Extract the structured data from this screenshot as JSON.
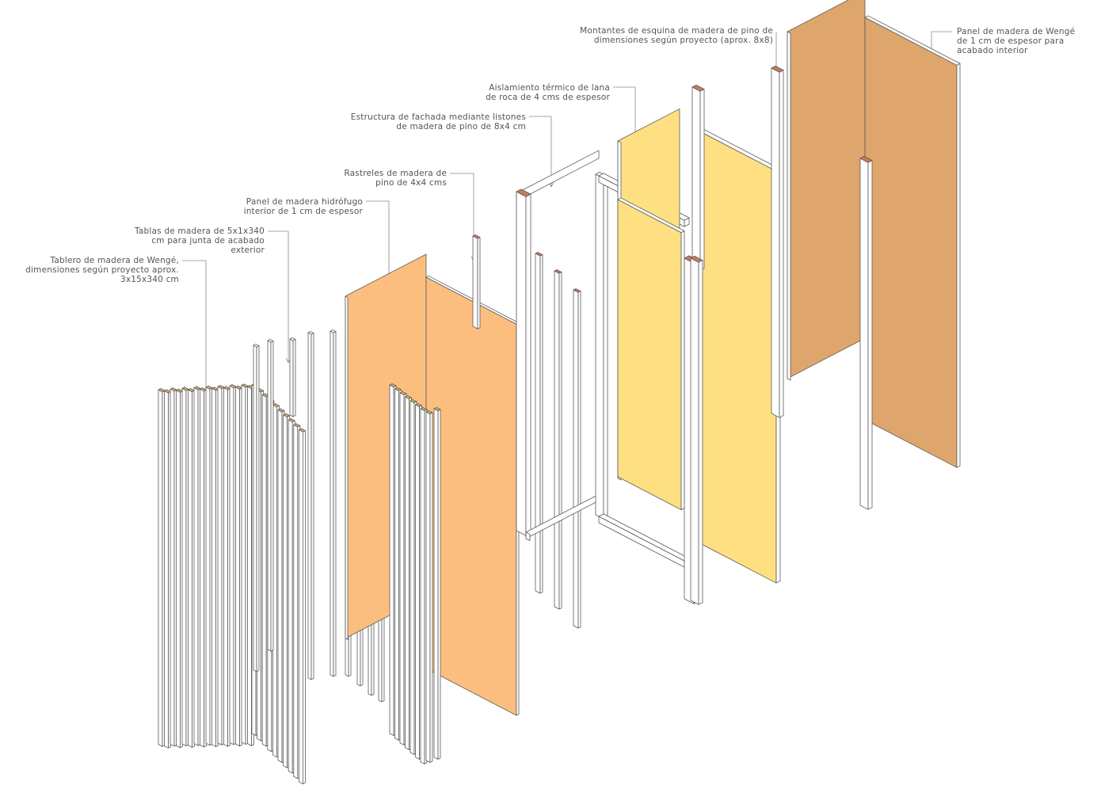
{
  "colors": {
    "orange_panel": "#FCBE7E",
    "insulation_yellow": "#FEE083",
    "wenge_panel": "#DEA66C",
    "wood_end": "#E2A46A",
    "stud_end": "#C97A5B",
    "wenge_edge": "#D3B06A",
    "line": "#5a5a5a",
    "leader": "#8a8a8a"
  },
  "labels": {
    "wenge_board": [
      "Tablero de madera de Wengé,",
      "dimensiones según proyecto aprox.",
      "3x15x340 cm"
    ],
    "joint_boards": [
      "Tablas de madera de 5x1x340",
      "cm para junta de acabado",
      "exterior"
    ],
    "water_panel": [
      "Panel de madera hidrófugo",
      "interior de 1 cm de espesor"
    ],
    "battens": [
      "Rastreles de madera de",
      "pino de 4x4 cms"
    ],
    "structure": [
      "Estructura de fachada mediante listones",
      "de madera de pino de 8x4 cm"
    ],
    "insulation": [
      "Aislamiento térmico de lana",
      "de roca de 4 cms de espesor"
    ],
    "corner_posts": [
      "Montantes de esquina de madera de pino de",
      "dimensiones según proyecto (aprox. 8x8)"
    ],
    "interior_panel": [
      "Panel de madera de Wengé",
      "de 1 cm de espesor para",
      "acabado interior"
    ]
  }
}
